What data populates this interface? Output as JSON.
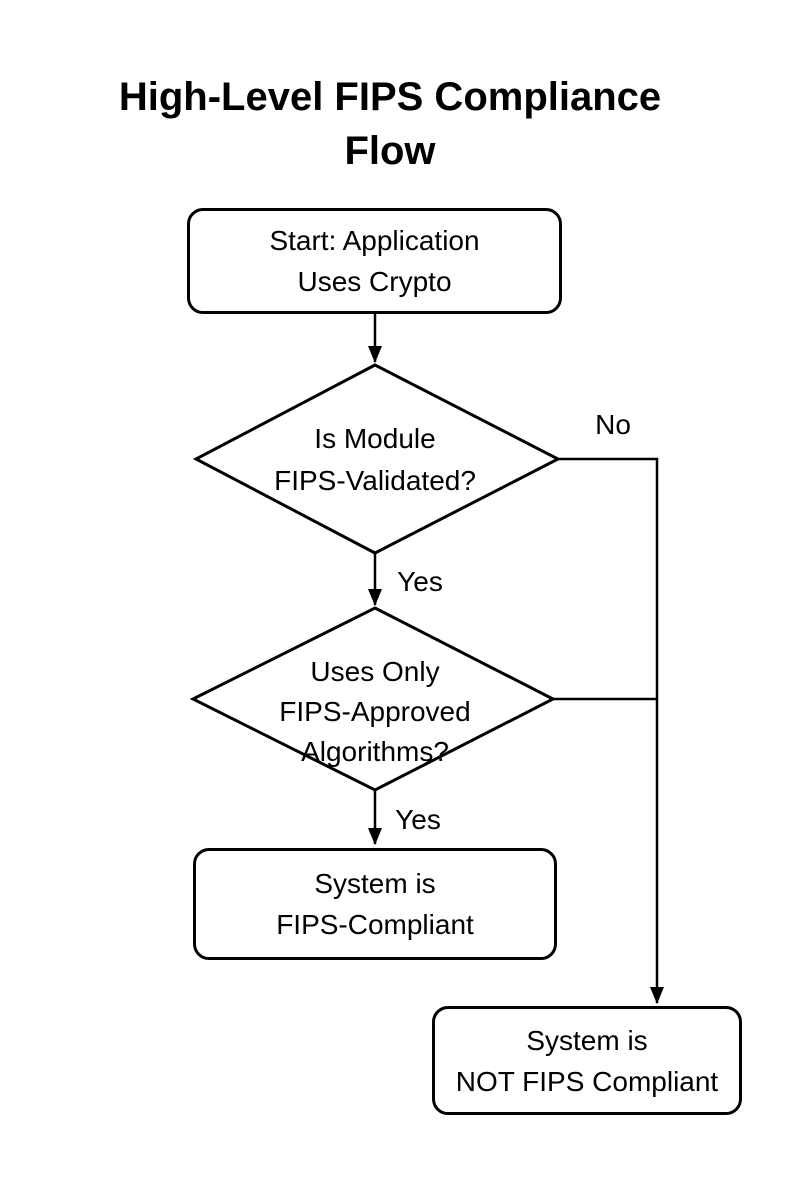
{
  "title": "High-Level FIPS Compliance\nFlow",
  "nodes": {
    "start": {
      "label": "Start: Application\nUses Crypto"
    },
    "decision1": {
      "label": "Is Module\nFIPS-Validated?"
    },
    "decision2": {
      "label": "Uses Only\nFIPS-Approved\nAlgorithms?"
    },
    "compliant": {
      "label": "System is\nFIPS-Compliant"
    },
    "not_compliant": {
      "label": "System is\nNOT FIPS Compliant"
    }
  },
  "edges": {
    "decision1_no": {
      "label": "No"
    },
    "decision1_yes": {
      "label": "Yes"
    },
    "decision2_yes": {
      "label": "Yes"
    }
  },
  "colors": {
    "line": "#000000",
    "text": "#000000",
    "background": "#ffffff"
  }
}
